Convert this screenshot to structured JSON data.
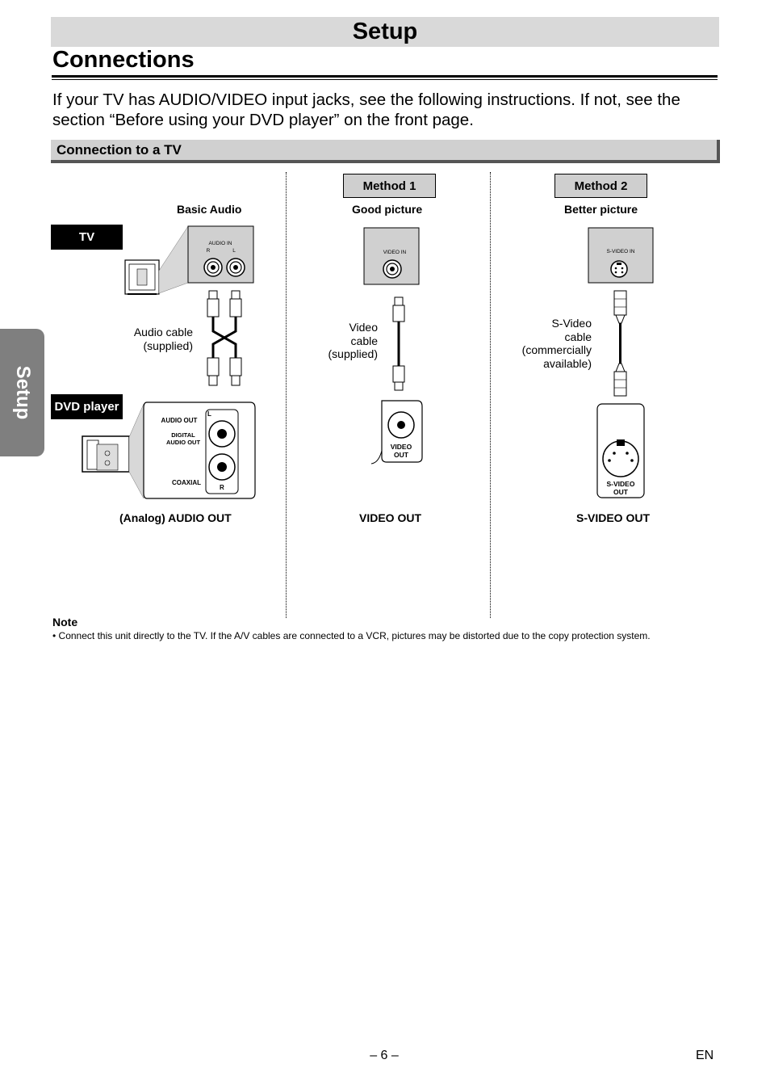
{
  "header": {
    "title": "Setup"
  },
  "section": {
    "title": "Connections"
  },
  "intro": {
    "text": "If your TV has AUDIO/VIDEO input jacks, see the following instructions. If not, see the section “Before using your DVD player” on the front page."
  },
  "subsection": {
    "title": "Connection to a TV"
  },
  "side_tab": {
    "label": "Setup"
  },
  "tags": {
    "tv": "TV",
    "dvd_player": "DVD player"
  },
  "columns": [
    {
      "method": "",
      "quality": "Basic Audio",
      "cable": "Audio cable\n(supplied)",
      "output": "(Analog) AUDIO OUT",
      "tv_jack_label": "AUDIO IN",
      "tv_jack_r": "R",
      "tv_jack_l": "L",
      "dvd_panel": {
        "audio_out": "AUDIO OUT",
        "digital_audio_out": "DIGITAL\nAUDIO OUT",
        "coaxial": "COAXIAL",
        "l": "L",
        "r": "R"
      }
    },
    {
      "method": "Method 1",
      "quality": "Good picture",
      "cable": "Video\ncable\n(supplied)",
      "output": "VIDEO OUT",
      "tv_jack_label": "VIDEO IN",
      "dvd_jack_label": "VIDEO\nOUT"
    },
    {
      "method": "Method 2",
      "quality": "Better picture",
      "cable": "S-Video\ncable\n(commercially\navailable)",
      "output": "S-VIDEO OUT",
      "tv_jack_label": "S-VIDEO IN",
      "dvd_jack_label": "S-VIDEO\nOUT"
    }
  ],
  "note": {
    "title": "Note",
    "text": "• Connect this unit directly to the TV. If the A/V cables are connected to a VCR, pictures may be distorted due to the copy protection system."
  },
  "footer": {
    "page": "– 6 –",
    "lang": "EN"
  }
}
